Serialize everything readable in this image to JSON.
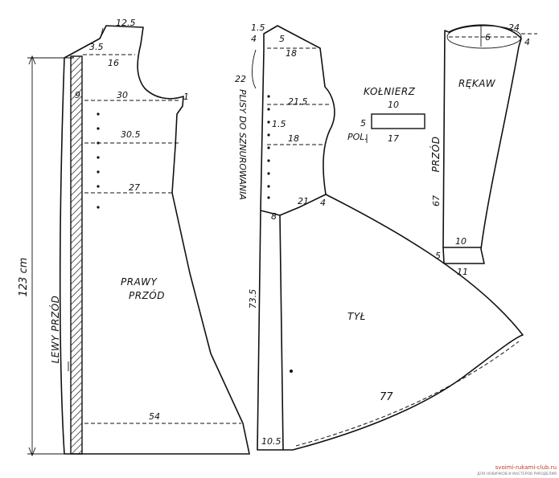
{
  "front": {
    "total_length": "123 cm",
    "shoulder": "12.5",
    "neck_depth": "3.5",
    "neck_width": "16",
    "chest_offset": "9",
    "chest": "30",
    "armhole_mark": "1",
    "bust": "30.5",
    "waist": "27",
    "hem": "54",
    "title_line1": "PRAWY",
    "title_line2": "PRZÓD",
    "left_front": "LEWY PRZÓD"
  },
  "back": {
    "top_offset": "1.5",
    "neck_depth": "4",
    "neck_small": "5",
    "neck_width": "18",
    "armhole_depth": "22",
    "chest": "21.5",
    "mark_small": "1.5",
    "waist": "18",
    "hip_side": "21",
    "hip_small": "4",
    "side_small": "8",
    "length": "73.5",
    "hem": "77",
    "bottom": "10.5",
    "title": "TYŁ",
    "pleats_note": "PLISY DO SZNUROWANIA"
  },
  "collar": {
    "title": "KOŁNIERZ",
    "width": "10",
    "height": "5",
    "half_label": "POL.",
    "full_length": "17"
  },
  "sleeve": {
    "title": "RĘKAW",
    "top": "24",
    "cap_mid": "6",
    "top_small": "4",
    "front_label": "PRZÓD",
    "length": "67",
    "cuff": "10",
    "cuff_small": "5",
    "bottom": "11"
  },
  "watermark": {
    "site": "svoimi-rukami-club.ru",
    "tagline": "ДЛЯ НОВИЧКОВ И МАСТЕРОВ РУКОДЕЛИЯ"
  }
}
